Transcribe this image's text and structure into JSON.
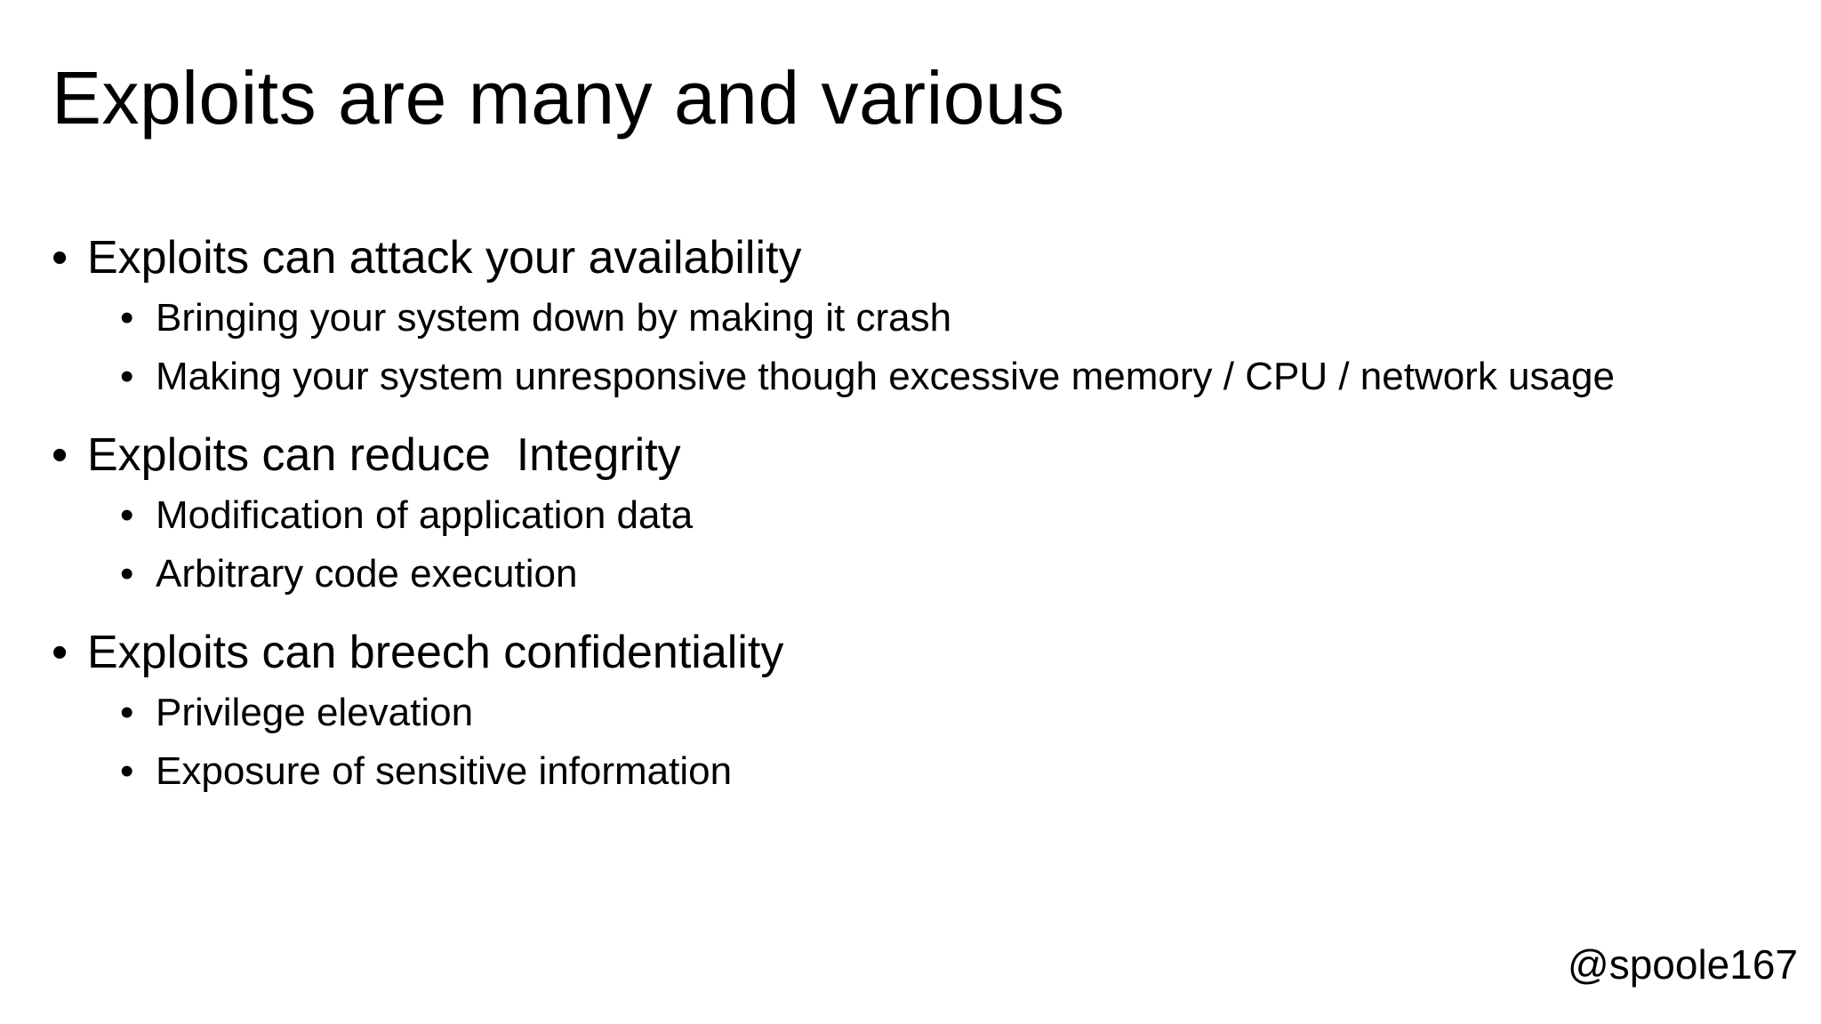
{
  "slide": {
    "title": "Exploits are many and various",
    "bullet_glyph": "•",
    "groups": [
      {
        "heading": "Exploits can attack your availability",
        "items": [
          "Bringing your system down by making it crash",
          "Making your system unresponsive though excessive memory / CPU / network usage"
        ]
      },
      {
        "heading": "Exploits can reduce  Integrity",
        "items": [
          "Modification of application data",
          "Arbitrary code execution"
        ]
      },
      {
        "heading": "Exploits can breech confidentiality",
        "items": [
          "Privilege elevation",
          "Exposure of sensitive information"
        ]
      }
    ],
    "footer_handle": "@spoole167"
  }
}
